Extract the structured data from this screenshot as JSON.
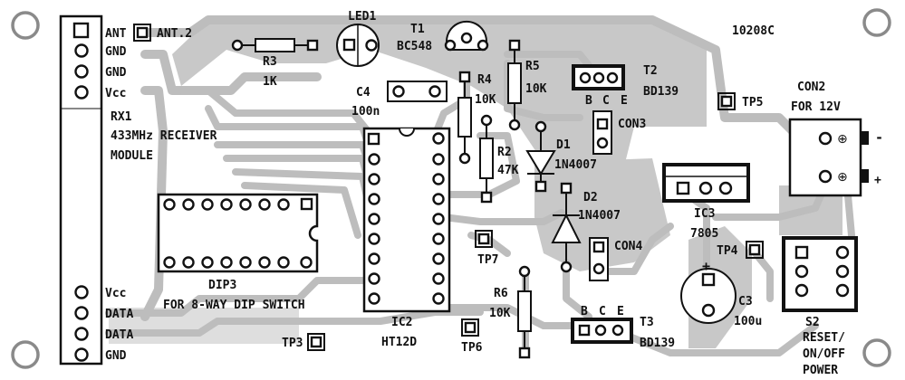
{
  "board_id": "10208C",
  "rx_module": {
    "top_pins": [
      "ANT",
      "GND",
      "GND",
      "Vcc"
    ],
    "bottom_pins": [
      "Vcc",
      "DATA",
      "DATA",
      "GND"
    ],
    "ref": "RX1",
    "desc_line1": "433MHz RECEIVER",
    "desc_line2": "MODULE"
  },
  "ant2": "ANT.2",
  "r3": {
    "ref": "R3",
    "value": "1K"
  },
  "led1": "LED1",
  "t1": {
    "ref": "T1",
    "value": "BC548"
  },
  "r4": {
    "ref": "R4",
    "value": "10K"
  },
  "r5": {
    "ref": "R5",
    "value": "10K"
  },
  "r2": {
    "ref": "R2",
    "value": "47K"
  },
  "r6": {
    "ref": "R6",
    "value": "10K"
  },
  "c4": {
    "ref": "C4",
    "value": "100n"
  },
  "c3": {
    "ref": "C3",
    "value": "100u"
  },
  "t2": {
    "ref": "T2",
    "value": "BD139",
    "pins": [
      "B",
      "C",
      "E"
    ]
  },
  "t3": {
    "ref": "T3",
    "value": "BD139",
    "pins": [
      "B",
      "C",
      "E"
    ]
  },
  "d1": {
    "ref": "D1",
    "value": "1N4007"
  },
  "d2": {
    "ref": "D2",
    "value": "1N4007"
  },
  "con3": "CON3",
  "con4": "CON4",
  "ic3": {
    "ref": "IC3",
    "value": "7805"
  },
  "ic2": {
    "ref": "IC2",
    "value": "HT12D"
  },
  "dip3": {
    "ref": "DIP3",
    "desc": "FOR 8-WAY DIP SWITCH"
  },
  "con2": {
    "ref": "CON2",
    "desc": "FOR 12V",
    "minus": "-",
    "plus": "+"
  },
  "s2": {
    "ref": "S2",
    "line1": "RESET/",
    "line2": "ON/OFF",
    "line3": "POWER"
  },
  "test_points": {
    "tp3": "TP3",
    "tp4": "TP4",
    "tp5": "TP5",
    "tp6": "TP6",
    "tp7": "TP7"
  }
}
